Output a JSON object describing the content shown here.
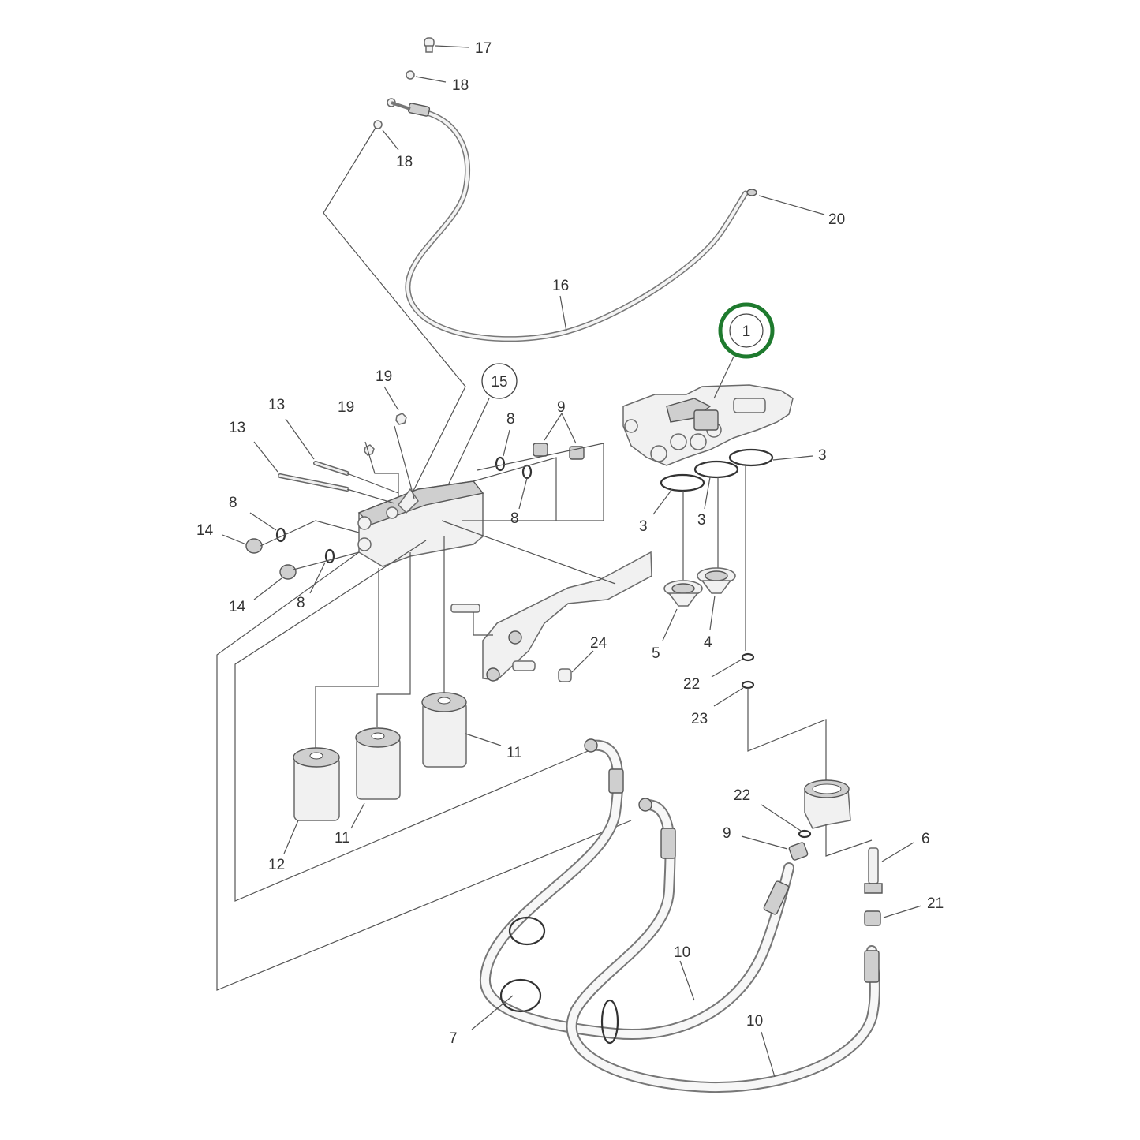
{
  "diagram": {
    "highlight_color": "#1e7a2e",
    "callouts": [
      {
        "id": "c17",
        "text": "17"
      },
      {
        "id": "c18a",
        "text": "18"
      },
      {
        "id": "c18b",
        "text": "18"
      },
      {
        "id": "c20",
        "text": "20"
      },
      {
        "id": "c16",
        "text": "16"
      },
      {
        "id": "c1",
        "text": "1"
      },
      {
        "id": "c15",
        "text": "15"
      },
      {
        "id": "c19a",
        "text": "19"
      },
      {
        "id": "c19b",
        "text": "19"
      },
      {
        "id": "c13a",
        "text": "13"
      },
      {
        "id": "c13b",
        "text": "13"
      },
      {
        "id": "c9a",
        "text": "9"
      },
      {
        "id": "c8a",
        "text": "8"
      },
      {
        "id": "c8b",
        "text": "8"
      },
      {
        "id": "c8c",
        "text": "8"
      },
      {
        "id": "c8d",
        "text": "8"
      },
      {
        "id": "c14a",
        "text": "14"
      },
      {
        "id": "c14b",
        "text": "14"
      },
      {
        "id": "c3a",
        "text": "3"
      },
      {
        "id": "c3b",
        "text": "3"
      },
      {
        "id": "c3c",
        "text": "3"
      },
      {
        "id": "c5",
        "text": "5"
      },
      {
        "id": "c4",
        "text": "4"
      },
      {
        "id": "c24",
        "text": "24"
      },
      {
        "id": "c22a",
        "text": "22"
      },
      {
        "id": "c23",
        "text": "23"
      },
      {
        "id": "c11a",
        "text": "11"
      },
      {
        "id": "c11b",
        "text": "11"
      },
      {
        "id": "c12",
        "text": "12"
      },
      {
        "id": "c22b",
        "text": "22"
      },
      {
        "id": "c9b",
        "text": "9"
      },
      {
        "id": "c6",
        "text": "6"
      },
      {
        "id": "c21",
        "text": "21"
      },
      {
        "id": "c10a",
        "text": "10"
      },
      {
        "id": "c10b",
        "text": "10"
      },
      {
        "id": "c7",
        "text": "7"
      }
    ]
  }
}
